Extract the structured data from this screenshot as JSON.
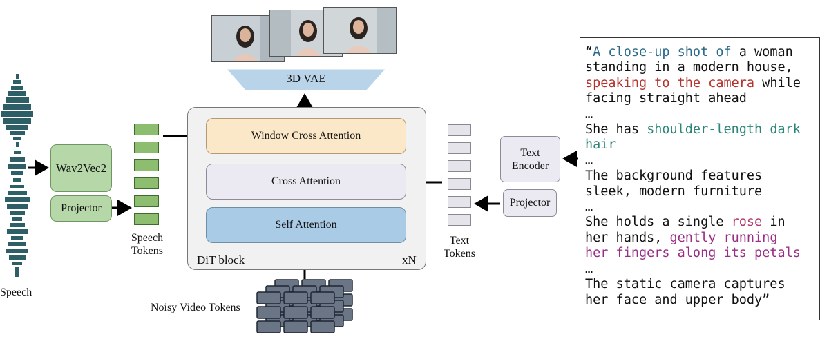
{
  "labels": {
    "speech": "Speech",
    "wav2vec": "Wav2Vec2",
    "projector_left": "Projector",
    "speech_tokens": "Speech\nTokens",
    "window_cross_attention": "Window Cross Attention",
    "cross_attention": "Cross Attention",
    "self_attention": "Self Attention",
    "dit_block": "DiT block",
    "repeat": "xN",
    "vae": "3D VAE",
    "noisy_video_tokens": "Noisy Video Tokens",
    "text_tokens": "Text\nTokens",
    "text_encoder": "Text\nEncoder",
    "projector_right": "Projector"
  },
  "prompt": {
    "l1a": "“",
    "l1b": "A close-up shot of",
    "l1c": " a woman",
    "l2": "standing in a modern house,",
    "l3a": "speaking to the camera",
    "l3b": " while",
    "l4": "facing straight ahead",
    "l5": "…",
    "l6a": "She has ",
    "l6b": "shoulder-length dark",
    "l7": "hair",
    "l8": "…",
    "l9": "The background features",
    "l10": "sleek, modern furniture",
    "l11": "…",
    "l12a": "She holds a single ",
    "l12b": "rose",
    "l12c": " in",
    "l13a": "her hands, ",
    "l13b": "gently running",
    "l14": "her fingers along its petals",
    "l15": "…",
    "l16": "The static camera captures",
    "l17": "her face and upper body”"
  },
  "colors": {
    "green_fill": "#b6d7a8",
    "token_green": "#8dbd6e",
    "window_attn": "#fbe8c8",
    "cross_attn": "#ebe9f1",
    "self_attn": "#a9cbe6",
    "vae": "#b9d3e8",
    "video_token": "#6a7585"
  }
}
